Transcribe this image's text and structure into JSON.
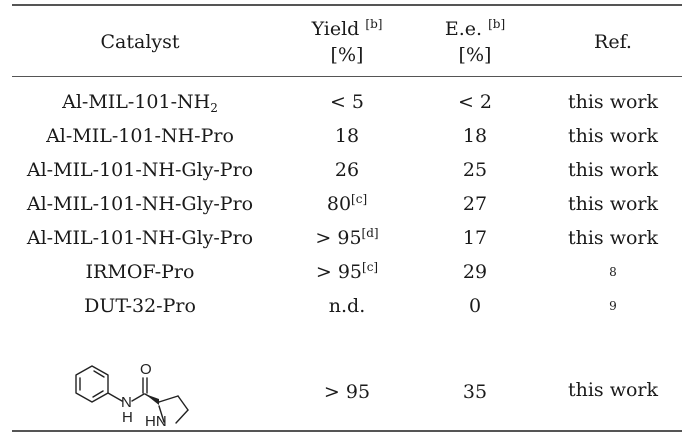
{
  "table": {
    "headers": {
      "catalyst": "Catalyst",
      "yield": "Yield",
      "yield_note": "[b]",
      "yield_unit": "[%]",
      "ee": "E.e.",
      "ee_note": "[b]",
      "ee_unit": "[%]",
      "ref": "Ref."
    },
    "rows": [
      {
        "catalyst": "Al-MIL-101-NH",
        "catalyst_sub": "2",
        "yield": "< 5",
        "yield_note": "",
        "ee": "< 2",
        "ref": "this work"
      },
      {
        "catalyst": "Al-MIL-101-NH-Pro",
        "yield": "18",
        "yield_note": "",
        "ee": "18",
        "ref": "this work"
      },
      {
        "catalyst": "Al-MIL-101-NH-Gly-Pro",
        "yield": "26",
        "yield_note": "",
        "ee": "25",
        "ref": "this work"
      },
      {
        "catalyst": "Al-MIL-101-NH-Gly-Pro",
        "yield": "80",
        "yield_note": "[c]",
        "ee": "27",
        "ref": "this work"
      },
      {
        "catalyst": "Al-MIL-101-NH-Gly-Pro",
        "yield": "> 95",
        "yield_note": "[d]",
        "ee": "17",
        "ref": "this work"
      },
      {
        "catalyst": "IRMOF-Pro",
        "yield": "> 95",
        "yield_note": "[c]",
        "ee": "29",
        "ref": "8"
      },
      {
        "catalyst": "DUT-32-Pro",
        "yield": "n.d.",
        "yield_note": "",
        "ee": "0",
        "ref": "9"
      },
      {
        "catalyst_structure": {
          "atom_o": "O",
          "atom_n": "N",
          "atom_h": "H",
          "atom_hn": "HN"
        },
        "yield": "> 95",
        "yield_note": "",
        "ee": "35",
        "ref": "this work"
      }
    ]
  }
}
